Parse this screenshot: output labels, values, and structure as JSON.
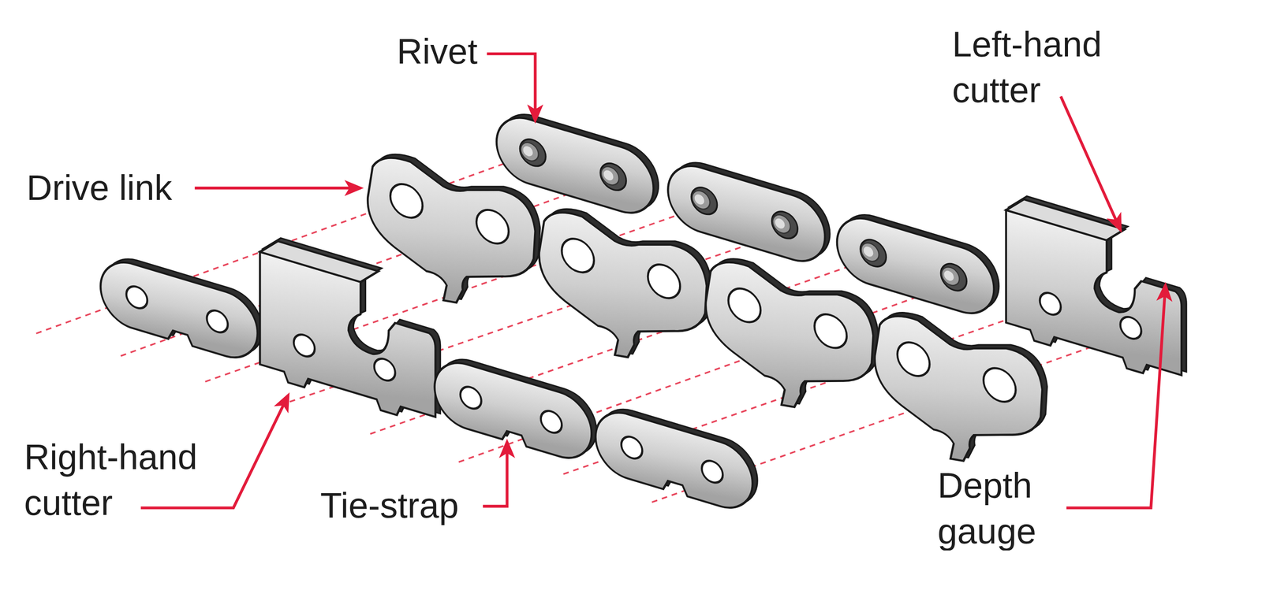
{
  "diagram": {
    "labels": [
      "Rivet",
      "Drive link",
      "Left-hand cutter",
      "Right-hand cutter",
      "Tie-strap",
      "Depth gauge"
    ]
  }
}
